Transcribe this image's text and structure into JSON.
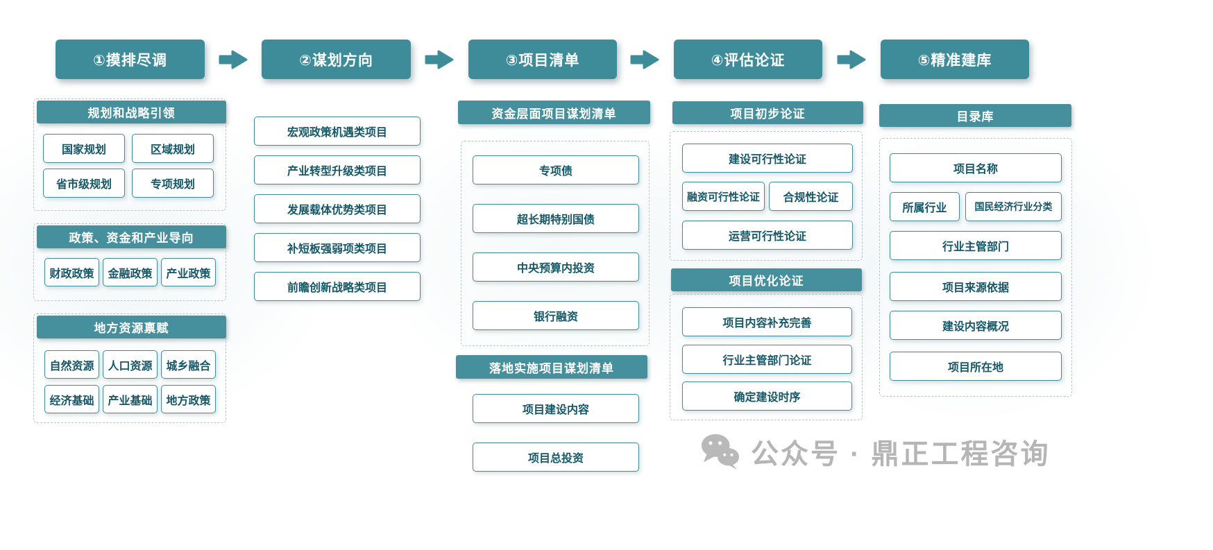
{
  "steps": [
    "①摸排尽调",
    "②谋划方向",
    "③项目清单",
    "④评估论证",
    "⑤精准建库"
  ],
  "col1": {
    "s1": {
      "header": "规划和战略引领",
      "items": [
        "国家规划",
        "区域规划",
        "省市级规划",
        "专项规划"
      ]
    },
    "s2": {
      "header": "政策、资金和产业导向",
      "items": [
        "财政政策",
        "金融政策",
        "产业政策"
      ]
    },
    "s3": {
      "header": "地方资源禀赋",
      "items": [
        "自然资源",
        "人口资源",
        "城乡融合",
        "经济基础",
        "产业基础",
        "地方政策"
      ]
    }
  },
  "col2": {
    "items": [
      "宏观政策机遇类项目",
      "产业转型升级类项目",
      "发展载体优势类项目",
      "补短板强弱项类项目",
      "前瞻创新战略类项目"
    ]
  },
  "col3": {
    "s1": {
      "header": "资金层面项目谋划清单",
      "items": [
        "专项债",
        "超长期特别国债",
        "中央预算内投资",
        "银行融资"
      ]
    },
    "s2": {
      "header": "落地实施项目谋划清单",
      "items": [
        "项目建设内容",
        "项目总投资"
      ]
    }
  },
  "col4": {
    "s1": {
      "header": "项目初步论证",
      "items": [
        "建设可行性论证",
        "融资可行性论证",
        "合规性论证",
        "运营可行性论证"
      ]
    },
    "s2": {
      "header": "项目优化论证",
      "items": [
        "项目内容补充完善",
        "行业主管部门论证",
        "确定建设时序"
      ]
    }
  },
  "col5": {
    "s1": {
      "header": "目录库",
      "items": [
        "项目名称",
        "所属行业",
        "国民经济行业分类",
        "行业主管部门",
        "项目来源依据",
        "建设内容概况",
        "项目所在地"
      ]
    }
  },
  "footer": {
    "watermark": "公众号 · 鼎正工程咨询"
  },
  "colors": {
    "teal": "#3e8c9a",
    "item_text": "#155767",
    "dashed_border": "#b7c4c7",
    "watermark_gray": "#b5b5b5"
  }
}
